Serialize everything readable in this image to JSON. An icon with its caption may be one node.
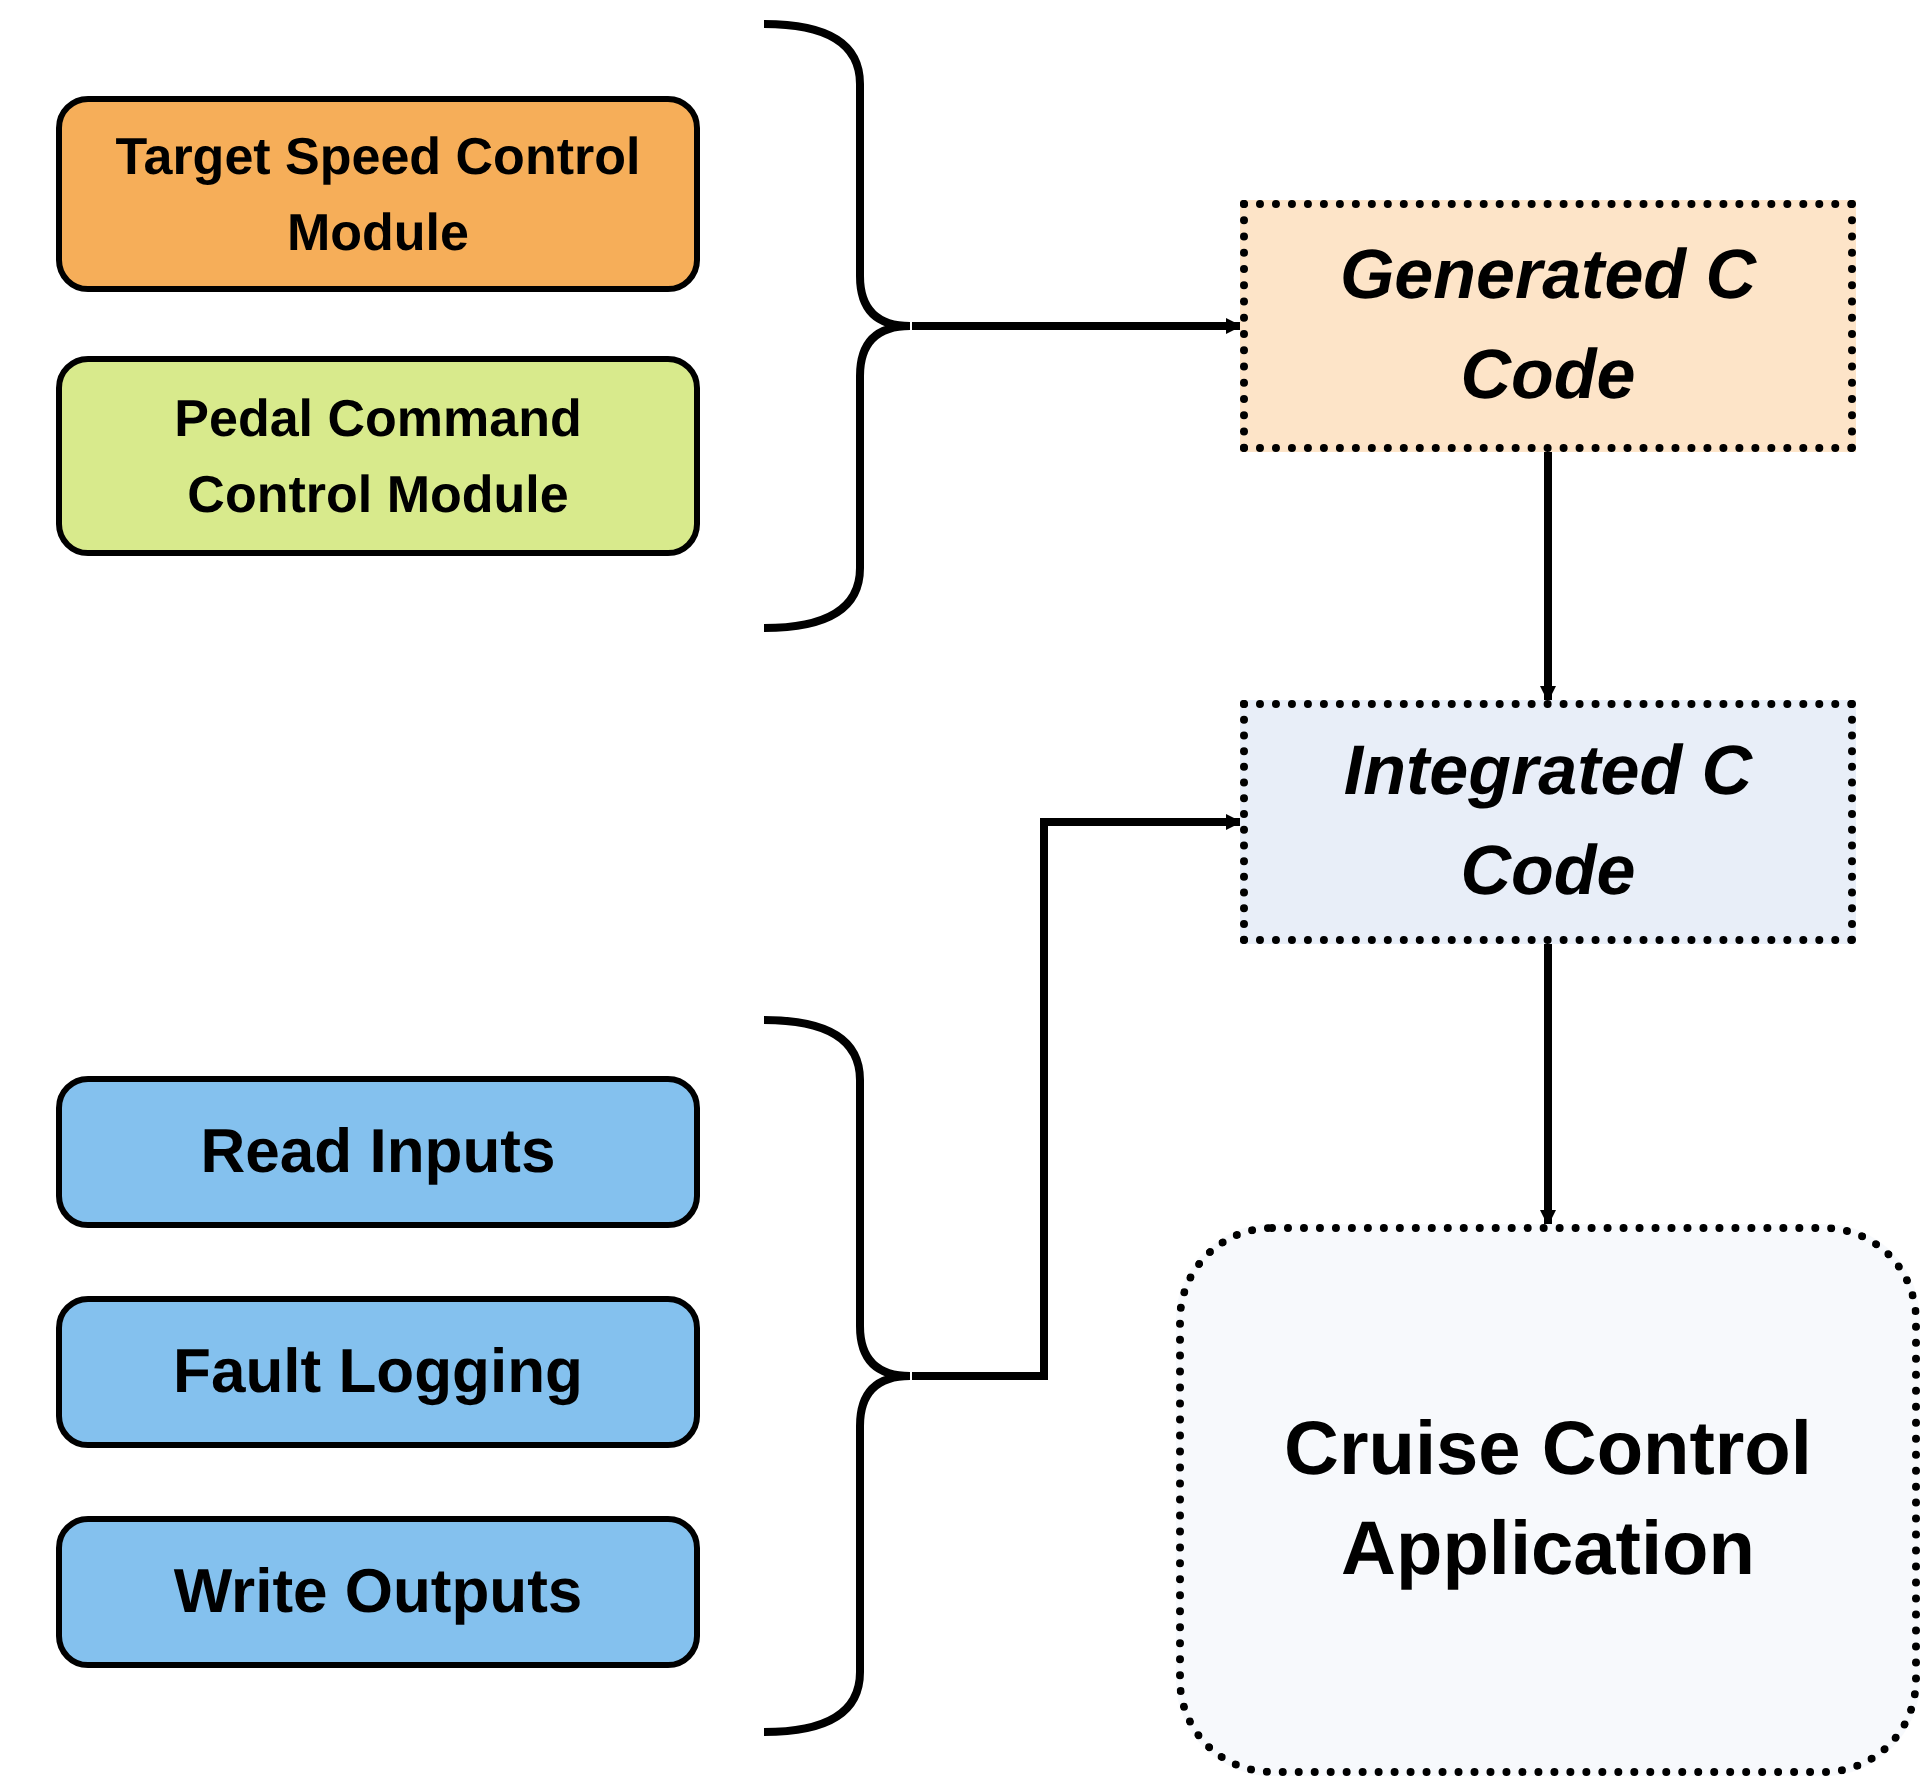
{
  "diagram": {
    "nodes": [
      {
        "text": [
          "Target Speed Control Module"
        ]
      },
      {
        "text": [
          "Pedal Command Control Module"
        ]
      },
      {
        "text": [],
        "shape": "bracket"
      },
      {
        "text": [
          "Generated C Code"
        ]
      },
      {
        "text": [
          "Integrated C Code"
        ]
      },
      {
        "text": [
          "Read Inputs"
        ]
      },
      {
        "text": [
          "Fault Logging"
        ]
      },
      {
        "text": [
          "Write Outputs"
        ]
      },
      {
        "text": [],
        "shape": "bracket"
      },
      {
        "text": [
          "Cruise Control Application"
        ]
      }
    ],
    "edges": [
      {
        "from": 2,
        "to": 3,
        "arrow": "to"
      },
      {
        "from": 3,
        "to": 4,
        "arrow": "to"
      },
      {
        "from": 8,
        "to": 4,
        "arrow": "to"
      },
      {
        "from": 4,
        "to": 9,
        "arrow": "to"
      }
    ]
  }
}
